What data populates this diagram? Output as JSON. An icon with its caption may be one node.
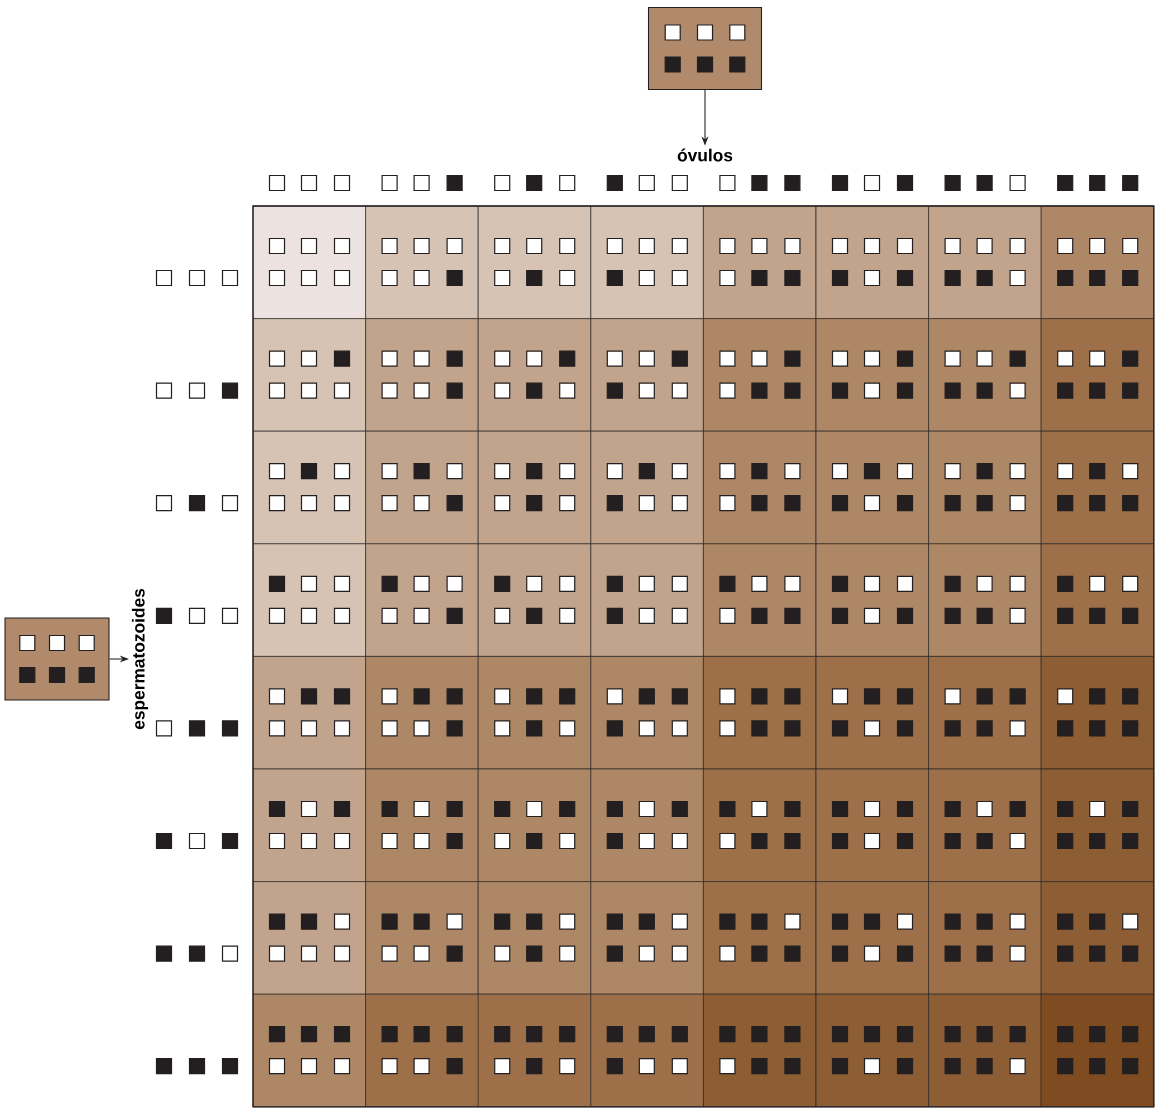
{
  "diagram": {
    "nodes": [
      {
        "text": [],
        "shape": "box"
      },
      {
        "text": [
          "óvulos"
        ]
      },
      {
        "text": [],
        "shape": "box"
      },
      {
        "text": [
          "espermatozoides"
        ]
      }
    ],
    "edges": [
      {
        "from": 0,
        "to": 1,
        "arrow": "to"
      },
      {
        "from": 2,
        "to": 3,
        "arrow": "to"
      }
    ]
  }
}
